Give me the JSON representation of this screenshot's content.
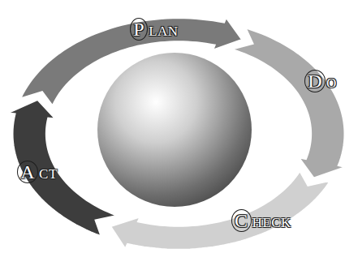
{
  "diagram": {
    "nodes": [
      {
        "text": [
          "PLAN"
        ]
      },
      {
        "text": [
          "DO"
        ]
      },
      {
        "text": [
          "CHECK"
        ]
      },
      {
        "text": [
          "ACT"
        ]
      }
    ]
  }
}
